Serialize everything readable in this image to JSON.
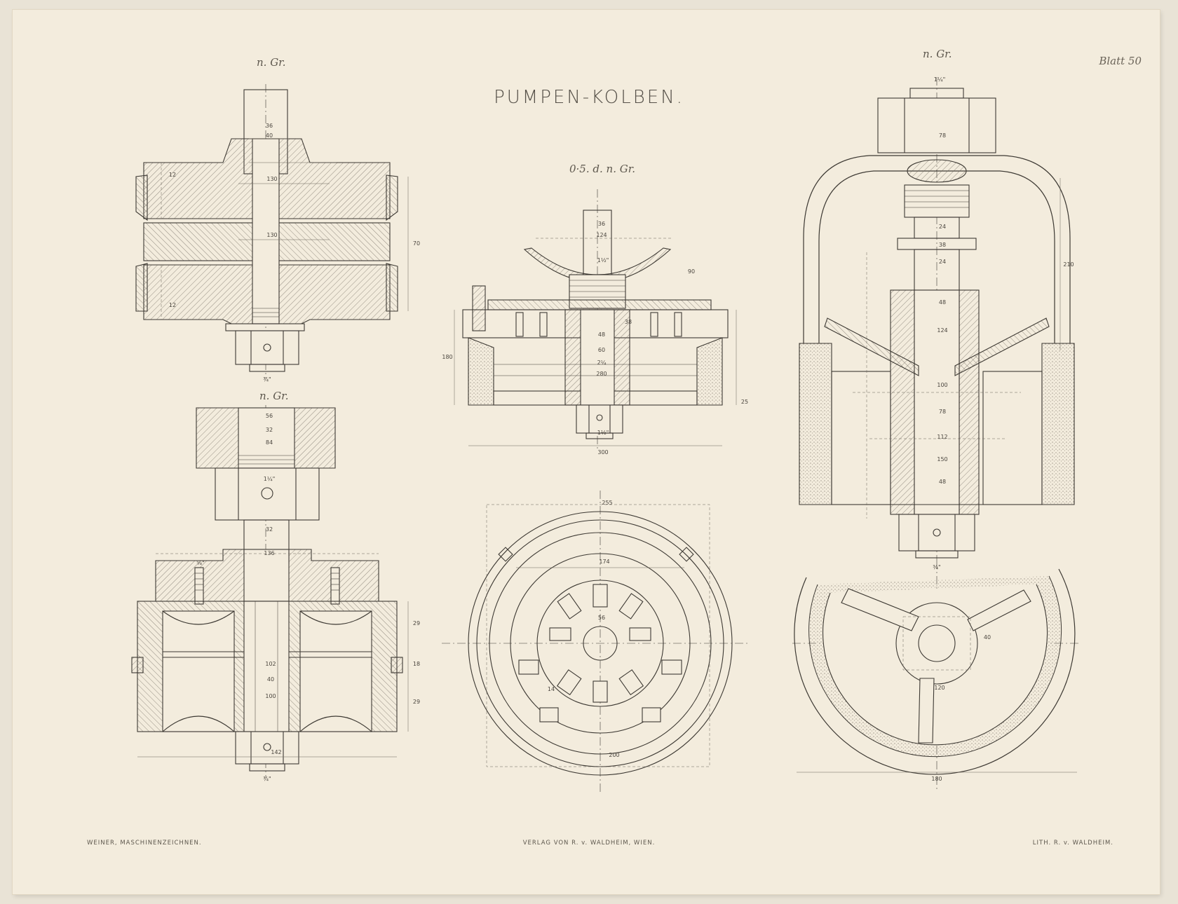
{
  "sheet": {
    "title": "PUMPEN-KOLBEN.",
    "sheet_number": "Blatt 50"
  },
  "scales": {
    "top_left": "n. Gr.",
    "bottom_left": "n. Gr.",
    "middle": "0·5. d. n. Gr.",
    "right": "n. Gr."
  },
  "footer": {
    "left": "WEINER, MASCHINENZEICHNEN.",
    "center": "VERLAG VON  R. v. WALDHEIM, WIEN.",
    "right": "LITH. R. v. WALDHEIM."
  },
  "dimensions": {
    "tl_rod": "36",
    "tl_bore": "40",
    "tl_flange": "130",
    "tl_mid": "130",
    "tl_h1": "12",
    "tl_h2": "12",
    "tl_side": "70",
    "tl_nut": "¾\"",
    "bl_top": "56",
    "bl_a": "32",
    "bl_b": "84",
    "bl_nut": "1¼\"",
    "bl_rod": "32",
    "bl_c": "136",
    "bl_screw": "⅝\"",
    "bl_d": "102",
    "bl_e": "40",
    "bl_f": "100",
    "bl_g": "142",
    "bl_tail": "¾\"",
    "bl_s1": "29",
    "bl_s2": "18",
    "bl_s3": "29",
    "m_rod": "36",
    "m_a": "124",
    "m_b": "1½\"",
    "m_c": "90",
    "m_d": "48",
    "m_e": "60",
    "m_f": "2¼",
    "m_g": "280",
    "m_h": "38",
    "m_i": "1½\"",
    "m_j": "300",
    "m_k": "180",
    "m_l": "25",
    "c_outer": "255",
    "c_inner": "174",
    "c_hub": "56",
    "c_spoke": "14",
    "c_bottom": "200",
    "r_top": "1¼\"",
    "r_a": "78",
    "r_b": "24",
    "r_c": "38",
    "r_d": "24",
    "r_e": "48",
    "r_f": "124",
    "r_g": "100",
    "r_h": "78",
    "r_i": "112",
    "r_j": "150",
    "r_k": "48",
    "r_l": "210",
    "r_m": "¾\"",
    "r_n": "120",
    "r_o": "40",
    "r_p": "180"
  }
}
